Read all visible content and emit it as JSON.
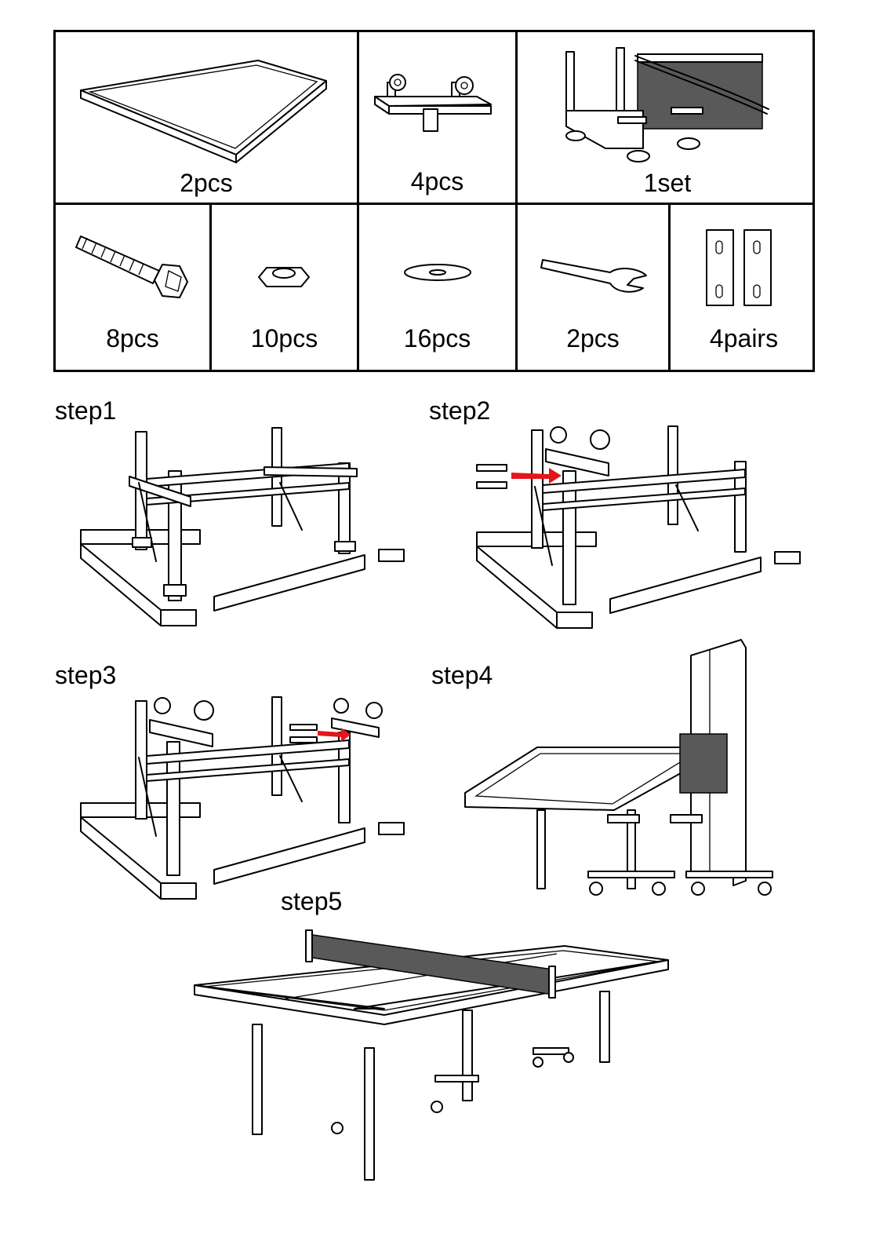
{
  "parts": [
    {
      "name": "table-top",
      "qty": "2pcs"
    },
    {
      "name": "caster-bracket",
      "qty": "4pcs"
    },
    {
      "name": "net-set",
      "qty": "1set"
    },
    {
      "name": "bolt",
      "qty": "8pcs"
    },
    {
      "name": "nut",
      "qty": "10pcs"
    },
    {
      "name": "washer",
      "qty": "16pcs"
    },
    {
      "name": "wrench",
      "qty": "2pcs"
    },
    {
      "name": "bracket-plate",
      "qty": "4pairs"
    }
  ],
  "steps": {
    "step1": "step1",
    "step2": "step2",
    "step3": "step3",
    "step4": "step4",
    "step5": "step5"
  },
  "colors": {
    "arrow": "#e3161b",
    "line": "#000000",
    "net": "#595959"
  },
  "icons": [
    "table-top-icon",
    "caster-bracket-icon",
    "net-set-icon",
    "bolt-icon",
    "nut-icon",
    "washer-icon",
    "wrench-icon",
    "bracket-plate-icon"
  ]
}
